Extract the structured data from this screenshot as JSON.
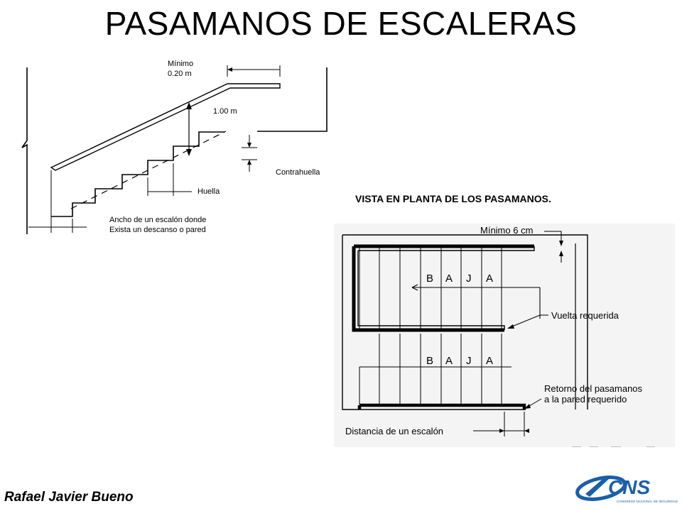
{
  "title": "PASAMANOS DE ESCALERAS",
  "author": "Rafael Javier Bueno",
  "logo": {
    "text": "CNS",
    "subtext": "CONGRESO NACIONAL DE SEGURIDAD",
    "color": "#1a5fa8"
  },
  "stair_section": {
    "min_label_line1": "Mínimo",
    "min_label_line2": "0.20 m",
    "height_label": "1.00 m",
    "riser_label": "Contrahuella",
    "tread_label": "Huella",
    "landing_label_line1": "Ancho de un escalón donde",
    "landing_label_line2": "Exista un descanso o pared"
  },
  "plan_view": {
    "title": "VISTA EN PLANTA DE LOS PASAMANOS.",
    "min_label": "Mínimo 6 cm",
    "down_letters": [
      "B",
      "A",
      "J",
      "A"
    ],
    "turn_label": "Vuelta requerida",
    "return_label_line1": "Retorno del pasamanos",
    "return_label_line2": "a la pared requerido",
    "distance_label": "Distancia de un escalón"
  }
}
